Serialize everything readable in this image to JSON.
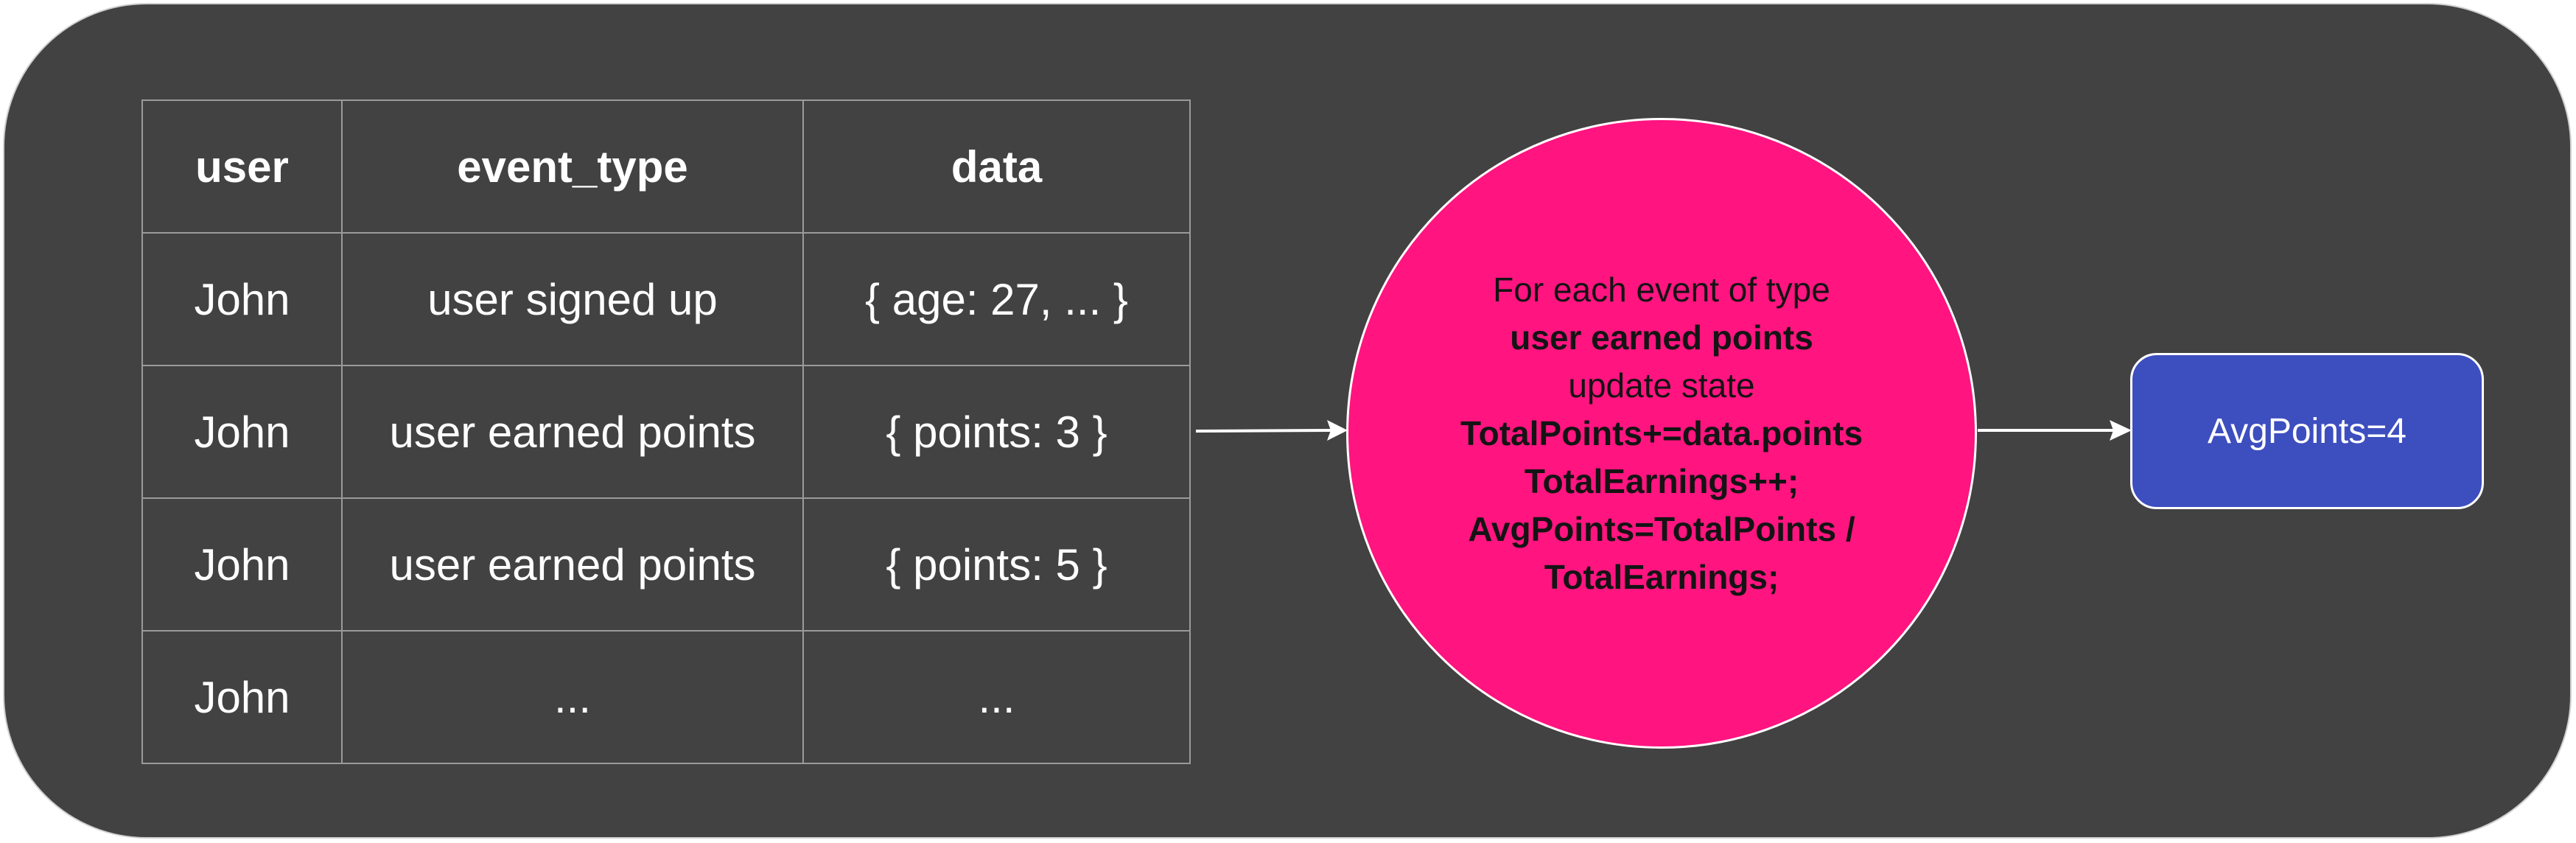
{
  "table": {
    "headers": [
      "user",
      "event_type",
      "data"
    ],
    "rows": [
      [
        "John",
        "user signed up",
        "{ age: 27, ... }"
      ],
      [
        "John",
        "user earned points",
        "{ points: 3 }"
      ],
      [
        "John",
        "user earned points",
        "{ points: 5 }"
      ],
      [
        "John",
        "...",
        "..."
      ]
    ]
  },
  "processor": {
    "line1": "For each event of type",
    "line2": "user earned points",
    "line3": "update state",
    "line4": "TotalPoints+=data.points",
    "line5": "TotalEarnings++;",
    "line6": "AvgPoints=TotalPoints /",
    "line7": "TotalEarnings;"
  },
  "result": {
    "label": "AvgPoints=4"
  },
  "colors": {
    "panel": "#424242",
    "processor_fill": "#ff1480",
    "result_fill": "#3d4ebf",
    "text_light": "#ffffff"
  }
}
